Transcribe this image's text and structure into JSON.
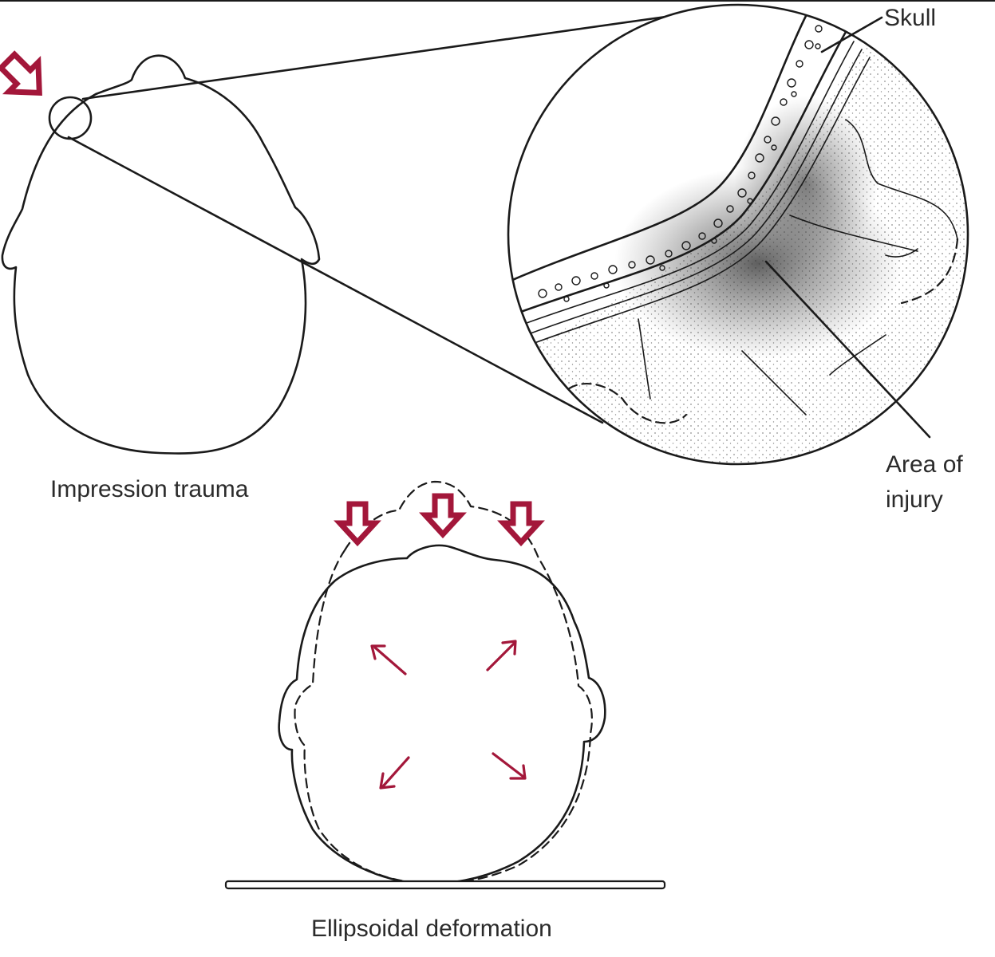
{
  "labels": {
    "skull": "Skull",
    "area_of_injury_line1": "Area of",
    "area_of_injury_line2": "injury",
    "impression_trauma": "Impression trauma",
    "ellipsoidal_deformation": "Ellipsoidal deformation"
  },
  "colors": {
    "arrow": "#a3173a",
    "ink": "#1a1a1a",
    "text": "#2b2b2b",
    "background": "#ffffff"
  }
}
